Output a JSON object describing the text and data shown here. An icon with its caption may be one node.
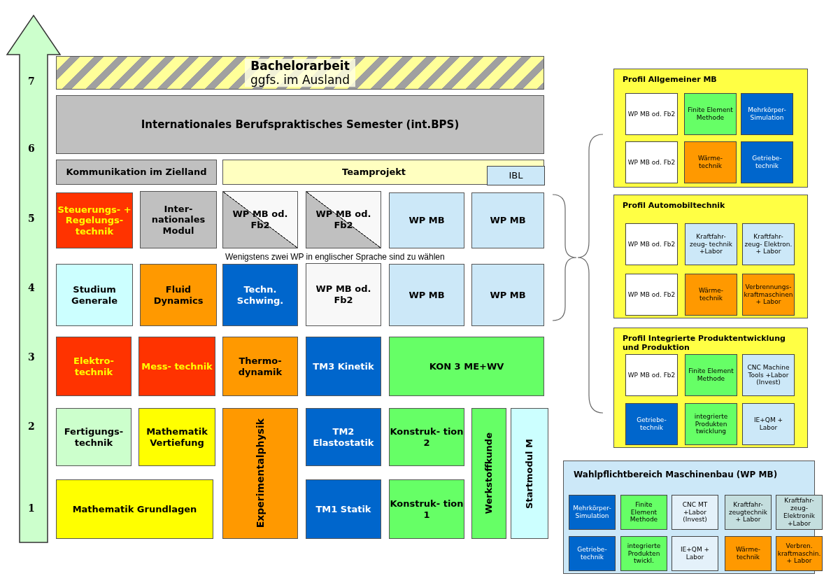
{
  "diagram": {
    "nodes": [
      {
        "text": [
          "Bachelorarbeit",
          "ggfs. im Ausland"
        ]
      },
      {
        "text": [
          "Internationales Berufspraktisches Semester (int.BPS)"
        ]
      },
      {
        "text": [
          "Kommunikation im Zielland"
        ]
      },
      {
        "text": [
          "Teamprojekt"
        ]
      },
      {
        "text": [
          "IBL"
        ],
        "in": 3
      },
      {
        "text": [
          "Steuerungs- + Regelungs- technik"
        ]
      },
      {
        "text": [
          "Inter- nationales Modul"
        ]
      },
      {
        "text": [
          "WP MB od. Fb2"
        ]
      },
      {
        "text": [
          "WP MB od. Fb2"
        ]
      },
      {
        "text": [
          "WP MB"
        ]
      },
      {
        "text": [
          "WP MB"
        ]
      },
      {
        "text": [
          "Studium Generale"
        ]
      },
      {
        "text": [
          "Fluid Dynamics"
        ]
      },
      {
        "text": [
          "Techn. Schwing."
        ]
      },
      {
        "text": [
          "WP MB od. Fb2"
        ]
      },
      {
        "text": [
          "WP MB"
        ]
      },
      {
        "text": [
          "WP MB"
        ]
      },
      {
        "text": [
          "Elektro- technik"
        ]
      },
      {
        "text": [
          "Mess- technik"
        ]
      },
      {
        "text": [
          "Thermo- dynamik"
        ]
      },
      {
        "text": [
          "TM3 Kinetik"
        ]
      },
      {
        "text": [
          "KON 3 ME+WV"
        ]
      },
      {
        "text": [
          "Fertigungs- technik"
        ]
      },
      {
        "text": [
          "Mathematik Vertiefung"
        ]
      },
      {
        "text": [
          "Experimentalphysik"
        ]
      },
      {
        "text": [
          "TM2 Elastostatik"
        ]
      },
      {
        "text": [
          "Konstruk- tion 2"
        ]
      },
      {
        "text": [
          "Werkstoffkunde"
        ]
      },
      {
        "text": [
          "Startmodul M"
        ]
      },
      {
        "text": [
          "Mathematik Grundlagen"
        ]
      },
      {
        "text": [
          "TM1 Statik"
        ]
      },
      {
        "text": [
          "Konstruk- tion 1"
        ]
      },
      {
        "text": [
          "Profil Allgemeiner MB"
        ]
      },
      {
        "text": [
          "WP MB od. Fb2"
        ],
        "in": 32
      },
      {
        "text": [
          "Finite Element Methode"
        ],
        "in": 32
      },
      {
        "text": [
          "Mehrkörper- Simulation"
        ],
        "in": 32
      },
      {
        "text": [
          "WP MB od. Fb2"
        ],
        "in": 32
      },
      {
        "text": [
          "Wärme- technik"
        ],
        "in": 32
      },
      {
        "text": [
          "Getriebe- technik"
        ],
        "in": 32
      },
      {
        "text": [
          "Profil Automobiltechnik"
        ]
      },
      {
        "text": [
          "WP MB od. Fb2"
        ],
        "in": 39
      },
      {
        "text": [
          "Kraftfahr- zeug- technik +Labor"
        ],
        "in": 39
      },
      {
        "text": [
          "Kraftfahr- zeug- Elektron. + Labor"
        ],
        "in": 39
      },
      {
        "text": [
          "WP MB od. Fb2"
        ],
        "in": 39
      },
      {
        "text": [
          "Wärme- technik"
        ],
        "in": 39
      },
      {
        "text": [
          "Verbrennungs- kraftmaschinen + Labor"
        ],
        "in": 39
      },
      {
        "text": [
          "Profil Integrierte Produktentwicklung und Produktion"
        ]
      },
      {
        "text": [
          "WP MB od. Fb2"
        ],
        "in": 46
      },
      {
        "text": [
          "Finite Element Methode"
        ],
        "in": 46
      },
      {
        "text": [
          "CNC Machine Tools +Labor (Invest)"
        ],
        "in": 46
      },
      {
        "text": [
          "Getriebe- technik"
        ],
        "in": 46
      },
      {
        "text": [
          "integrierte Produkten twicklung"
        ],
        "in": 46
      },
      {
        "text": [
          "IE+QM + Labor"
        ],
        "in": 46
      },
      {
        "text": [
          "Wahlpflichtbereich Maschinenbau (WP MB)"
        ]
      },
      {
        "text": [
          "Mehrkörper- Simulation"
        ],
        "in": 53
      },
      {
        "text": [
          "Finite Element Methode"
        ],
        "in": 53
      },
      {
        "text": [
          "CNC MT +Labor (Invest)"
        ],
        "in": 53
      },
      {
        "text": [
          "Kraftfahr- zeugtechnik + Labor"
        ],
        "in": 53
      },
      {
        "text": [
          "Kraftfahr- zeug- Elektronik +Labor"
        ],
        "in": 53
      },
      {
        "text": [
          "Getriebe- technik"
        ],
        "in": 53
      },
      {
        "text": [
          "integrierte Produkten twickl."
        ],
        "in": 53
      },
      {
        "text": [
          "IE+QM + Labor"
        ],
        "in": 53
      },
      {
        "text": [
          "Wärme- technik"
        ],
        "in": 53
      },
      {
        "text": [
          "Verbren. kraftmaschin. + Labor"
        ],
        "in": 53
      }
    ],
    "labels": [
      "7",
      "6",
      "5",
      "4",
      "3",
      "2",
      "1",
      "Wenigstens zwei WP in englischer Sprache sind zu wählen"
    ]
  }
}
